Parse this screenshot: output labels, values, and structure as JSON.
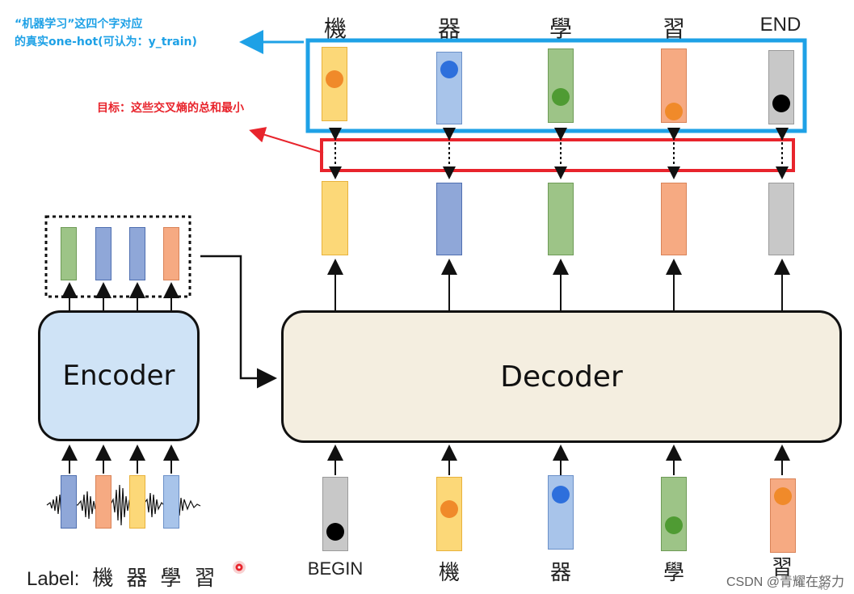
{
  "annotations": {
    "blue_line1": "“机器学习”这四个字对应",
    "blue_line2": "的真实one-hot(可认为：y_train)",
    "red_text": "目标：这些交叉熵的总和最小"
  },
  "output_labels": [
    "機",
    "器",
    "學",
    "習",
    "END"
  ],
  "encoder": {
    "label": "Encoder"
  },
  "decoder": {
    "label": "Decoder"
  },
  "input_labels": [
    "BEGIN",
    "機",
    "器",
    "學",
    "習"
  ],
  "bottom_label": {
    "prefix": "Label:",
    "chars": [
      "機",
      "器",
      "學",
      "習"
    ]
  },
  "watermark": "CSDN @青耀在努力",
  "page_number": "46",
  "colors": {
    "annotation_blue": "#1ea1e6",
    "annotation_red": "#e8242c",
    "yellow": "#fcd878",
    "blue": "#a8c4ea",
    "green": "#9dc487",
    "orange": "#f6aa82",
    "gray": "#c8c8c8"
  },
  "icons": [
    "record-dot-icon"
  ]
}
